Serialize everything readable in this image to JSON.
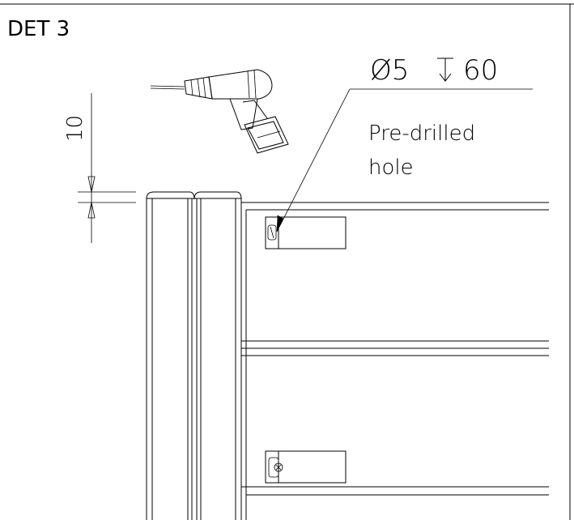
{
  "detail_label": "DET 3",
  "dimension_text": "10",
  "hole_spec": {
    "diameter_symbol": "Ø5",
    "depth_symbol": "↧",
    "depth": "60"
  },
  "note_line1": "Pre-drilled",
  "note_line2": "hole",
  "icons": [
    "drill-icon",
    "depth-symbol-icon"
  ],
  "colors": {
    "ink": "#000000",
    "paper": "#ffffff"
  }
}
